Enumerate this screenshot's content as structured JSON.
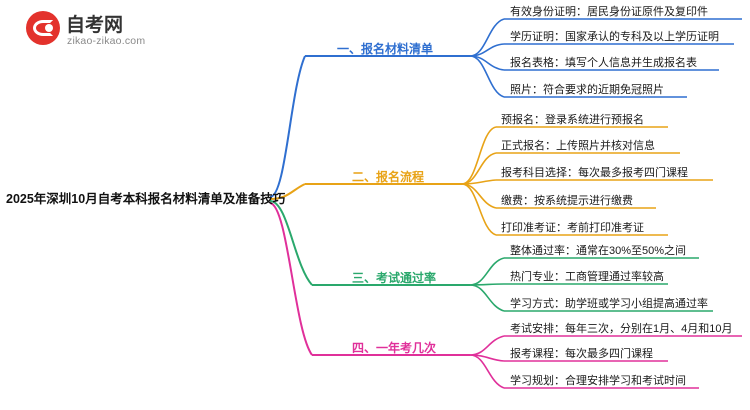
{
  "logo": {
    "name": "自考网",
    "url": "zikao-zikao.com",
    "mark_color": "#e3322c"
  },
  "mindmap": {
    "root": {
      "label": "2025年深圳10月自考本科报名材料清单及准备技巧",
      "color": "#111111"
    },
    "branches": [
      {
        "label": "一、报名材料清单",
        "color": "#2f6fd0",
        "children": [
          "有效身份证明：居民身份证原件及复印件",
          "学历证明：国家承认的专科及以上学历证明",
          "报名表格：填写个人信息并生成报名表",
          "照片：符合要求的近期免冠照片"
        ]
      },
      {
        "label": "二、报名流程",
        "color": "#e8a317",
        "children": [
          "预报名：登录系统进行预报名",
          "正式报名：上传照片并核对信息",
          "报考科目选择：每次最多报考四门课程",
          "缴费：按系统提示进行缴费",
          "打印准考证：考前打印准考证"
        ]
      },
      {
        "label": "三、考试通过率",
        "color": "#2aa86c",
        "children": [
          "整体通过率：通常在30%至50%之间",
          "热门专业：工商管理通过率较高",
          "学习方式：助学班或学习小组提高通过率"
        ]
      },
      {
        "label": "四、一年考几次",
        "color": "#e0309a",
        "children": [
          "考试安排：每年三次，分别在1月、4月和10月",
          "报考课程：每次最多四门课程",
          "学习规划：合理安排学习和考试时间"
        ]
      }
    ]
  }
}
